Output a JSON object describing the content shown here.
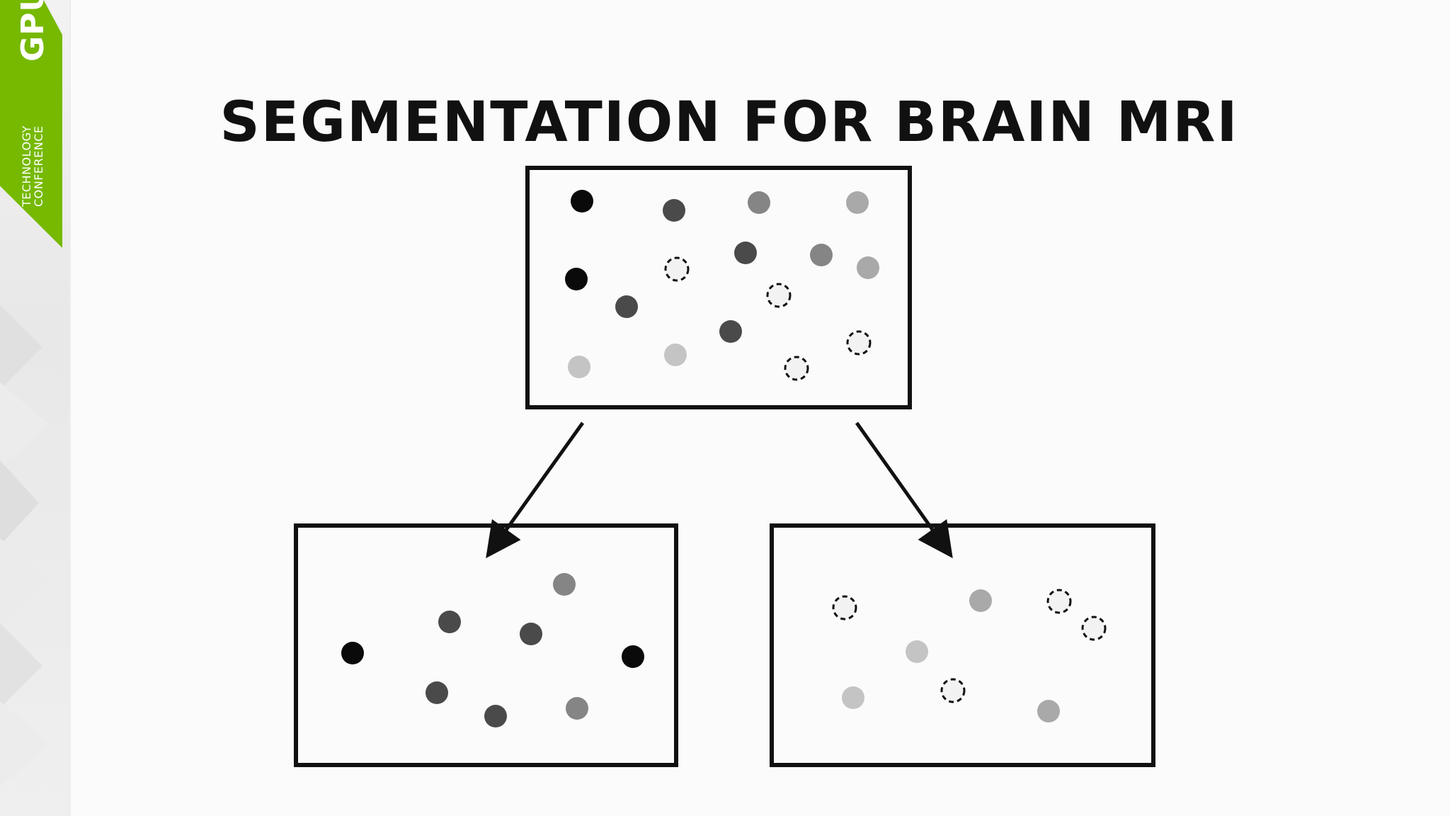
{
  "slide": {
    "title": "SEGMENTATION FOR BRAIN MRI"
  },
  "branding": {
    "logo_main": "GPU",
    "logo_line1": "TECHNOLOGY",
    "logo_line2": "CONFERENCE",
    "accent_color": "#76b900"
  },
  "diagram": {
    "colors": {
      "black": "#0a0a0a",
      "dark": "#4a4a4a",
      "mid": "#858585",
      "light": "#a9a9a9",
      "pale": "#c4c4c4",
      "hollow_fill": "#f2f2f2",
      "stroke": "#111111"
    },
    "boxes": [
      {
        "name": "source-box",
        "dots": [
          {
            "tone": "black"
          },
          {
            "tone": "dark"
          },
          {
            "tone": "mid"
          },
          {
            "tone": "light"
          },
          {
            "tone": "black"
          },
          {
            "tone": "hollow"
          },
          {
            "tone": "dark"
          },
          {
            "tone": "mid"
          },
          {
            "tone": "light"
          },
          {
            "tone": "dark"
          },
          {
            "tone": "hollow"
          },
          {
            "tone": "pale"
          },
          {
            "tone": "pale"
          },
          {
            "tone": "dark"
          },
          {
            "tone": "hollow"
          },
          {
            "tone": "hollow"
          }
        ]
      },
      {
        "name": "left-output-box",
        "dots": [
          {
            "tone": "mid"
          },
          {
            "tone": "dark"
          },
          {
            "tone": "dark"
          },
          {
            "tone": "black"
          },
          {
            "tone": "black"
          },
          {
            "tone": "dark"
          },
          {
            "tone": "dark"
          },
          {
            "tone": "mid"
          }
        ]
      },
      {
        "name": "right-output-box",
        "dots": [
          {
            "tone": "hollow"
          },
          {
            "tone": "light"
          },
          {
            "tone": "hollow"
          },
          {
            "tone": "hollow"
          },
          {
            "tone": "pale"
          },
          {
            "tone": "hollow"
          },
          {
            "tone": "pale"
          },
          {
            "tone": "light"
          }
        ]
      }
    ]
  }
}
